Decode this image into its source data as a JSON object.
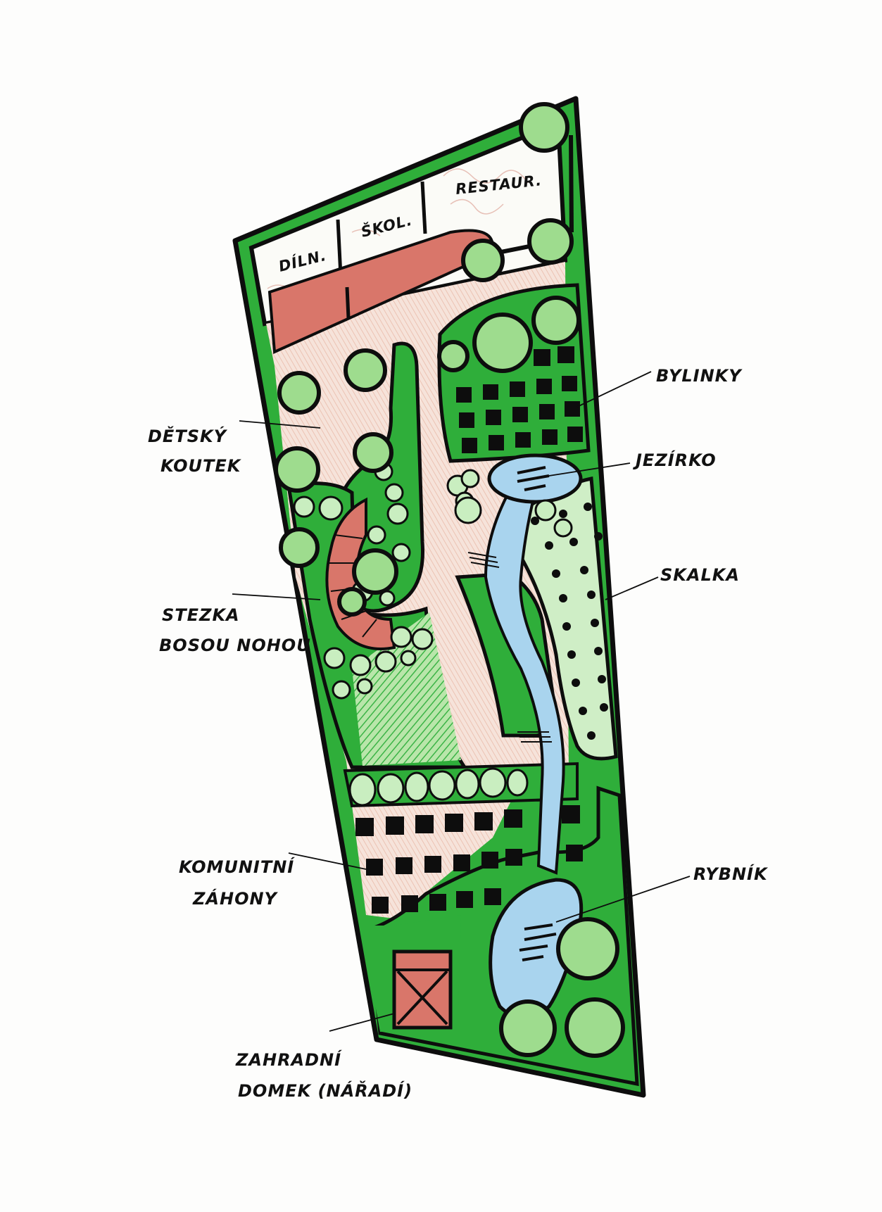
{
  "plan": {
    "buildings": {
      "dilna": "DÍLN.",
      "skolici": "ŠKOL.",
      "restaurace": "RESTAUR."
    },
    "labels": [
      {
        "id": "bylinky",
        "lines": [
          "BYLINKY"
        ]
      },
      {
        "id": "detsky-koutek",
        "lines": [
          "DĚTSKÝ",
          "KOUTEK"
        ]
      },
      {
        "id": "jezirko",
        "lines": [
          "JEZÍRKO"
        ]
      },
      {
        "id": "skalka",
        "lines": [
          "SKALKA"
        ]
      },
      {
        "id": "stezka",
        "lines": [
          "STEZKA",
          "BOSOU NOHOU"
        ]
      },
      {
        "id": "komunitni-zahony",
        "lines": [
          "KOMUNITNÍ",
          "ZÁHONY"
        ]
      },
      {
        "id": "rybnik",
        "lines": [
          "RYBNÍK"
        ]
      },
      {
        "id": "zahradni-domek",
        "lines": [
          "ZAHRADNÍ",
          "DOMEK (NÁŘADÍ)"
        ]
      }
    ],
    "colors": {
      "lawn": "#2fae3a",
      "lawn_light": "#9edc8e",
      "path": "#f3dcd2",
      "brick": "#d9766a",
      "water": "#a9d4ee",
      "paper": "#fdfdfc",
      "ink": "#0d0d0d"
    }
  }
}
